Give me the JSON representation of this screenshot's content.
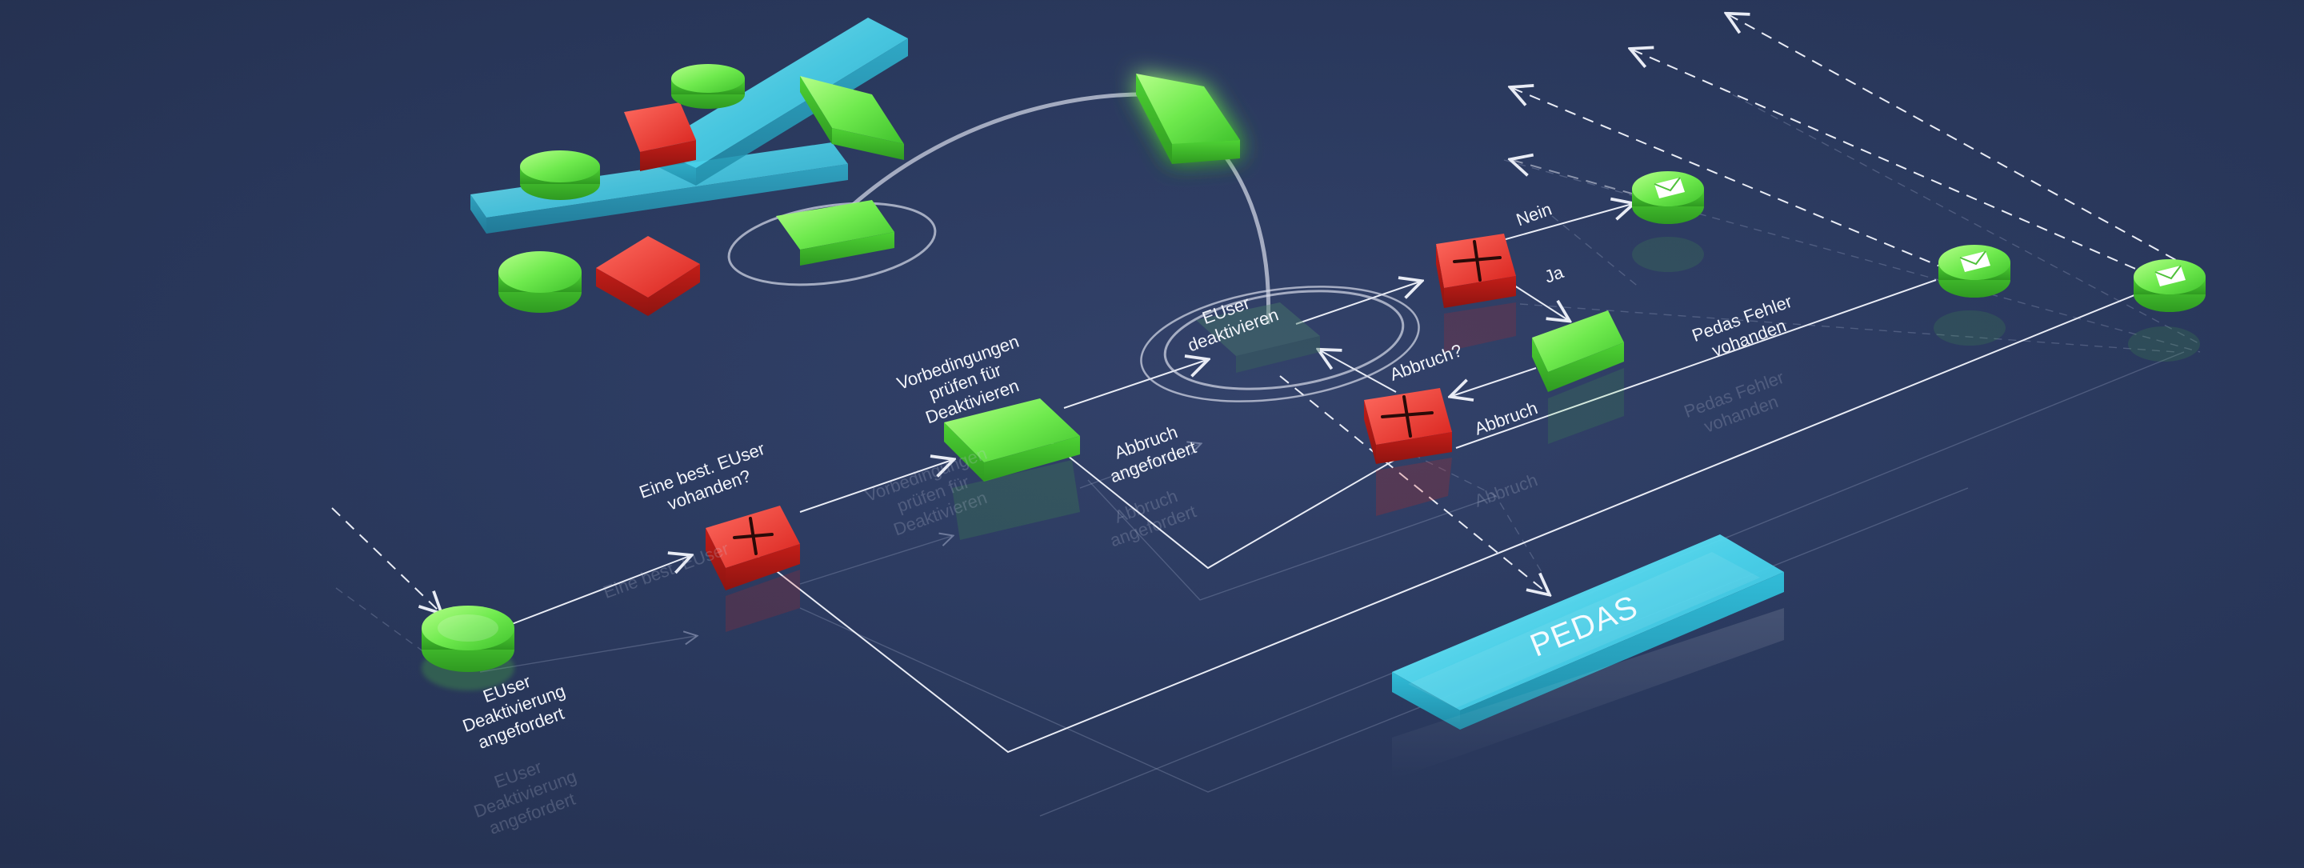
{
  "colors": {
    "background": "#2b3a5f",
    "event_green": "#5fe04a",
    "gateway_red": "#e0302a",
    "system_cyan": "#43d4ec",
    "flow_line": "#e9ecf5"
  },
  "nodes": {
    "start_event": {
      "lines": [
        "EUser",
        "Deaktivierung",
        "angefordert"
      ]
    },
    "gateway_exists": {
      "lines": [
        "Eine best. EUser",
        "vohanden?"
      ]
    },
    "task_preconditions": {
      "lines": [
        "Vorbedingungen",
        "prüfen für",
        "Deaktivieren"
      ]
    },
    "task_deactivate": {
      "lines": [
        "EUser",
        "deaktivieren"
      ]
    },
    "flow_cancel_1": {
      "lines": [
        "Abbruch",
        "angefordert"
      ]
    },
    "flow_nein": {
      "text": "Nein"
    },
    "flow_ja": {
      "text": "Ja"
    },
    "gateway_cancel": {
      "text": "Abbruch?"
    },
    "flow_abbruch": {
      "text": "Abbruch"
    },
    "task_pedas_error": {
      "lines": [
        "Pedas Fehler",
        "vohanden"
      ]
    },
    "system": {
      "text": "PEDAS"
    }
  },
  "icons": {
    "gateway_marker": "plus-icon",
    "end_event_marker": "envelope-icon"
  }
}
